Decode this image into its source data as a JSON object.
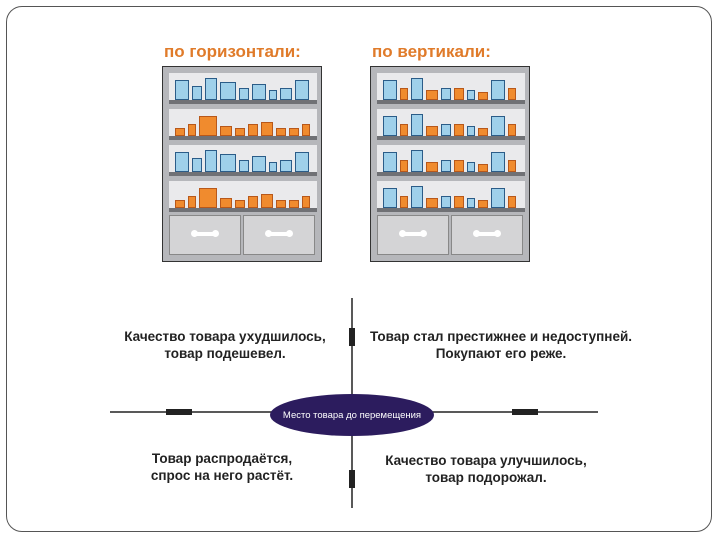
{
  "headings": {
    "horizontal": "по горизонтали:",
    "vertical": "по вертикали:"
  },
  "quadrants": {
    "top_left": [
      "Качество товара ухудшилось,",
      "товар подешевел."
    ],
    "top_right": [
      "Товар стал престижнее и недоступней.",
      "Покупают его реже."
    ],
    "bottom_left": [
      "Товар распродаётся,",
      "спрос на него растёт."
    ],
    "bottom_right": [
      "Качество товара улучшилось,",
      "товар подорожал."
    ]
  },
  "center_label": "Место товара до перемещения",
  "colors": {
    "heading": "#e07b2a",
    "product_blue": "#9fd0ea",
    "product_orange": "#f08b2e",
    "center": "#2c1c5e"
  },
  "shelves_horizontal": [
    "blue",
    "orange",
    "blue",
    "orange"
  ],
  "shelves_vertical": [
    "mixed",
    "mixed",
    "mixed",
    "mixed"
  ]
}
